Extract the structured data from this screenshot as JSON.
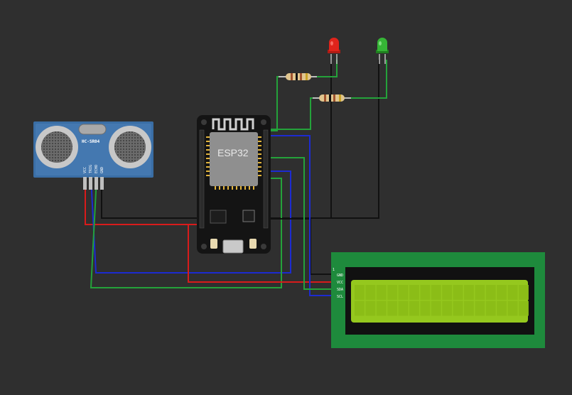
{
  "sensor": {
    "label": "HC-SR04",
    "pins": [
      "VCC",
      "TRIG",
      "ECHO",
      "GND"
    ]
  },
  "board": {
    "label": "ESP32"
  },
  "lcd": {
    "pin_index": "1",
    "pins": [
      "GND",
      "VCC",
      "SDA",
      "SCL"
    ],
    "screen_color": "#95c81e",
    "pcb_color": "#1e8a3c"
  },
  "leds": [
    {
      "name": "red-led",
      "color": "#e0241b"
    },
    {
      "name": "green-led",
      "color": "#36b536"
    }
  ],
  "wire_colors": {
    "red": "#d81b1b",
    "black": "#111111",
    "blue": "#1c2bd1",
    "green": "#24a23a"
  }
}
